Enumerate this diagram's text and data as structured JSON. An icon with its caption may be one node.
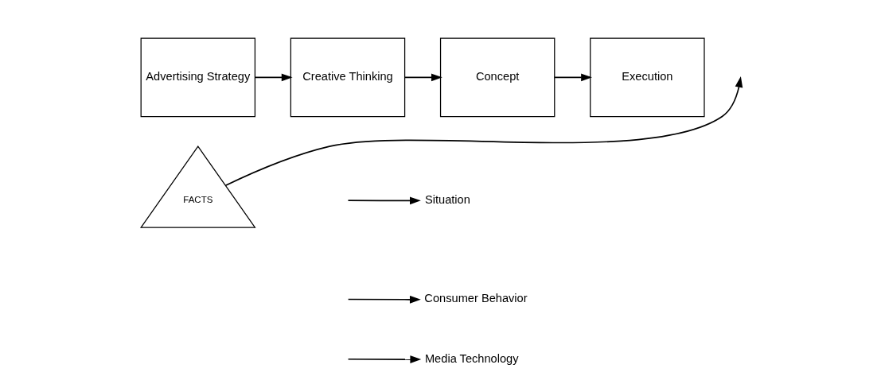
{
  "diagram": {
    "nodes": [
      {
        "text": [
          "Advertising Strategy"
        ]
      },
      {
        "text": [
          "Creative Thinking"
        ]
      },
      {
        "text": [
          "Concept"
        ]
      },
      {
        "text": [
          "Execution"
        ]
      },
      {
        "text": [
          "FACTS"
        ]
      },
      {
        "text": [
          "Situation"
        ]
      },
      {
        "text": [
          "Consumer Behavior"
        ]
      },
      {
        "text": [
          "Media Technology"
        ]
      }
    ],
    "edges": [
      {
        "from": 0,
        "to": 1,
        "arrow": "to"
      },
      {
        "from": 1,
        "to": 2,
        "arrow": "to"
      },
      {
        "from": 2,
        "to": 3,
        "arrow": "to"
      },
      {
        "from": 4,
        "to": null,
        "arrow": "to"
      },
      {
        "from": null,
        "to": 5,
        "arrow": "to"
      },
      {
        "from": null,
        "to": 6,
        "arrow": "to"
      },
      {
        "from": null,
        "to": 7,
        "arrow": "to"
      }
    ]
  }
}
